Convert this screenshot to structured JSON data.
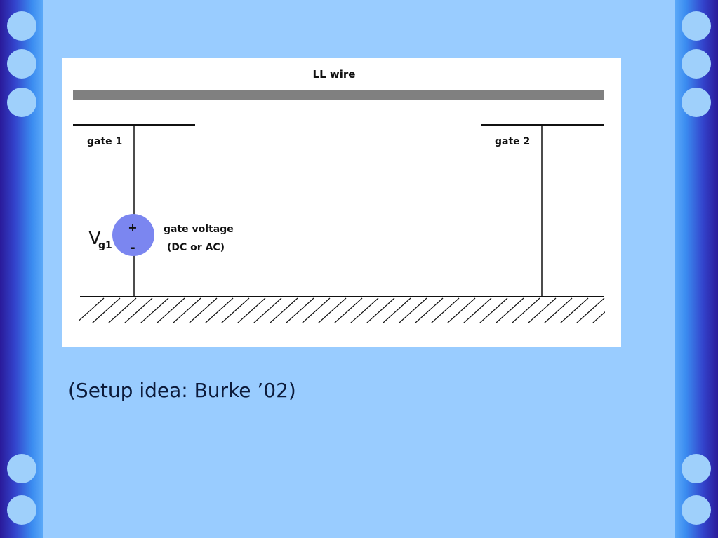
{
  "diagram": {
    "wire_label": "LL wire",
    "gate1_label": "gate 1",
    "gate2_label": "gate 2",
    "source_symbol": "V",
    "source_subscript": "g1",
    "source_plus": "+",
    "source_minus": "-",
    "voltage_label_line1": "gate voltage",
    "voltage_label_line2": "(DC or AC)"
  },
  "caption": "(Setup idea: Burke ’02)",
  "colors": {
    "background": "#99ccff",
    "band_dark": "#2a1a9a",
    "band_light": "#5aa8f8",
    "dot": "#9fd0fb",
    "wire": "#808080",
    "source_fill": "#7b86f0"
  }
}
